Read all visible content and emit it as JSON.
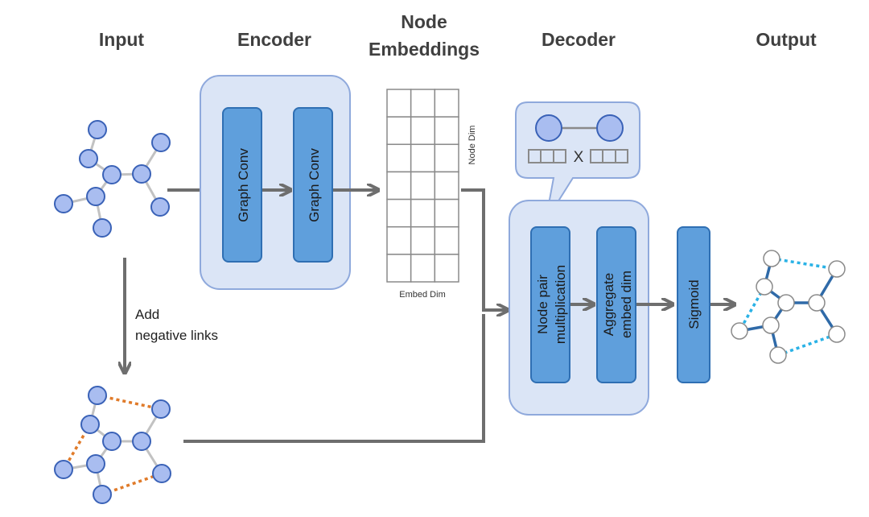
{
  "headers": {
    "input": "Input",
    "encoder": "Encoder",
    "node_embeddings_line1": "Node",
    "node_embeddings_line2": "Embeddings",
    "decoder": "Decoder",
    "output": "Output"
  },
  "encoder": {
    "layer1": "Graph Conv",
    "layer2": "Graph Conv"
  },
  "embeddings": {
    "node_dim_label": "Node Dim",
    "embed_dim_label": "Embed Dim",
    "rows": 7,
    "cols": 3
  },
  "negative_links": {
    "line1": "Add",
    "line2": "negative links"
  },
  "decoder": {
    "pair_mult_line1": "Node pair",
    "pair_mult_line2": "multiplication",
    "aggregate_line1": "Aggregate",
    "aggregate_line2": "embed dim",
    "callout_operator": "X"
  },
  "sigmoid": "Sigmoid",
  "colors": {
    "node_fill": "#a9bdf0",
    "node_stroke": "#3a62b7",
    "edge": "#c2c2c2",
    "panel_fill": "#dbe5f6",
    "panel_stroke": "#8fa9dc",
    "box_fill": "#5f9fdc",
    "box_stroke": "#2f6fb3",
    "arrow": "#6e6e6e",
    "negative_edge": "#e07b2a",
    "output_edge": "#2f6aa8",
    "output_dotted": "#2ab2e6"
  }
}
